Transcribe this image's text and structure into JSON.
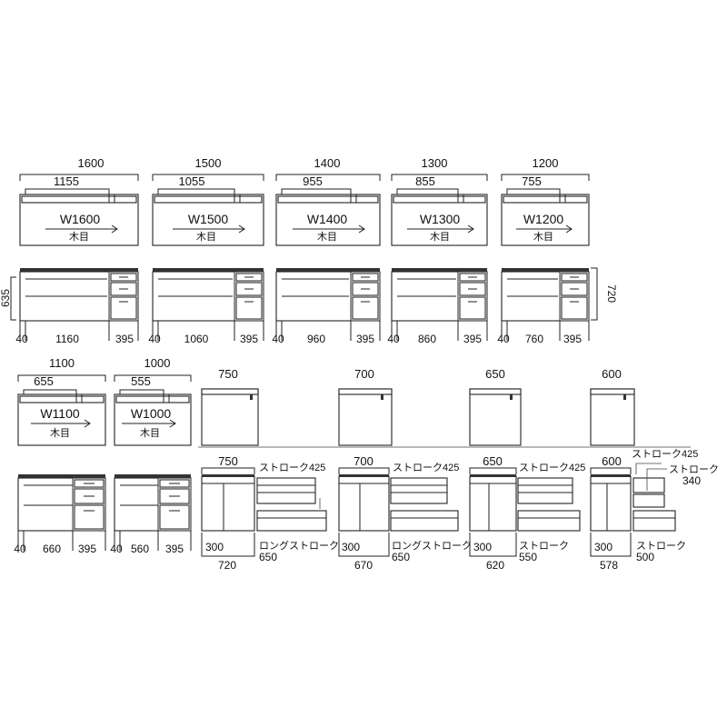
{
  "colors": {
    "line": "#222222",
    "panel": "#e9e9e9",
    "background": "#ffffff"
  },
  "top_desks": [
    {
      "width": "1600",
      "inner": "1155",
      "model": "W1600",
      "finish": "木目",
      "left": "40",
      "middle": "1160",
      "right": "395"
    },
    {
      "width": "1500",
      "inner": "1055",
      "model": "W1500",
      "finish": "木目",
      "left": "40",
      "middle": "1060",
      "right": "395"
    },
    {
      "width": "1400",
      "inner": "955",
      "model": "W1400",
      "finish": "木目",
      "left": "40",
      "middle": "960",
      "right": "395"
    },
    {
      "width": "1300",
      "inner": "855",
      "model": "W1300",
      "finish": "木目",
      "left": "40",
      "middle": "860",
      "right": "395"
    },
    {
      "width": "1200",
      "inner": "755",
      "model": "W1200",
      "finish": "木目",
      "left": "40",
      "middle": "760",
      "right": "395"
    }
  ],
  "heights": {
    "knee": "635",
    "overall": "720"
  },
  "bottom_desks": [
    {
      "width": "1100",
      "inner": "655",
      "model": "W1100",
      "finish": "木目",
      "left": "40",
      "middle": "660",
      "right": "395"
    },
    {
      "width": "1000",
      "inner": "555",
      "model": "W1000",
      "finish": "木目",
      "left": "40",
      "middle": "560",
      "right": "395"
    }
  ],
  "depths": [
    {
      "depth": "750",
      "stroke_top": "ストローク425",
      "sub": "300",
      "overall": "720",
      "stroke_bottom": "ロングストローク",
      "stroke_bottom_value": "650"
    },
    {
      "depth": "700",
      "stroke_top": "ストローク425",
      "sub": "300",
      "overall": "670",
      "stroke_bottom": "ロングストローク",
      "stroke_bottom_value": "650"
    },
    {
      "depth": "650",
      "stroke_top": "ストローク425",
      "sub": "300",
      "overall": "620",
      "stroke_bottom": "ストローク",
      "stroke_bottom_value": "550"
    },
    {
      "depth": "600",
      "stroke_top": "ストローク425",
      "stroke_mid": "ストローク",
      "stroke_mid_value": "340",
      "sub": "300",
      "overall": "578",
      "stroke_bottom": "ストローク",
      "stroke_bottom_value": "500"
    }
  ]
}
